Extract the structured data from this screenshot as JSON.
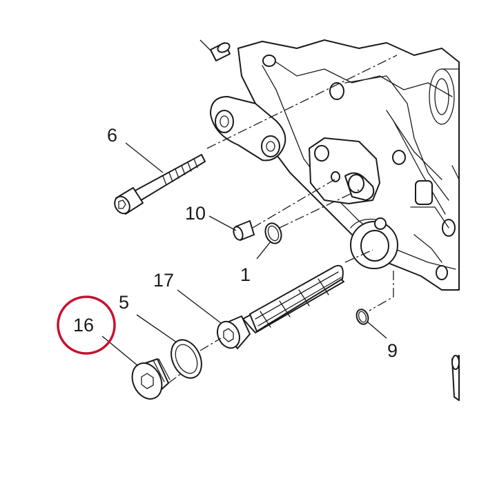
{
  "diagram": {
    "highlight_color": "#c8102e",
    "line_color": "#1a1a1a",
    "callouts": {
      "c1": "1",
      "c5": "5",
      "c6": "6",
      "c9": "9",
      "c10": "10",
      "c16": "16",
      "c17": "17"
    },
    "highlighted_callout": "16"
  }
}
